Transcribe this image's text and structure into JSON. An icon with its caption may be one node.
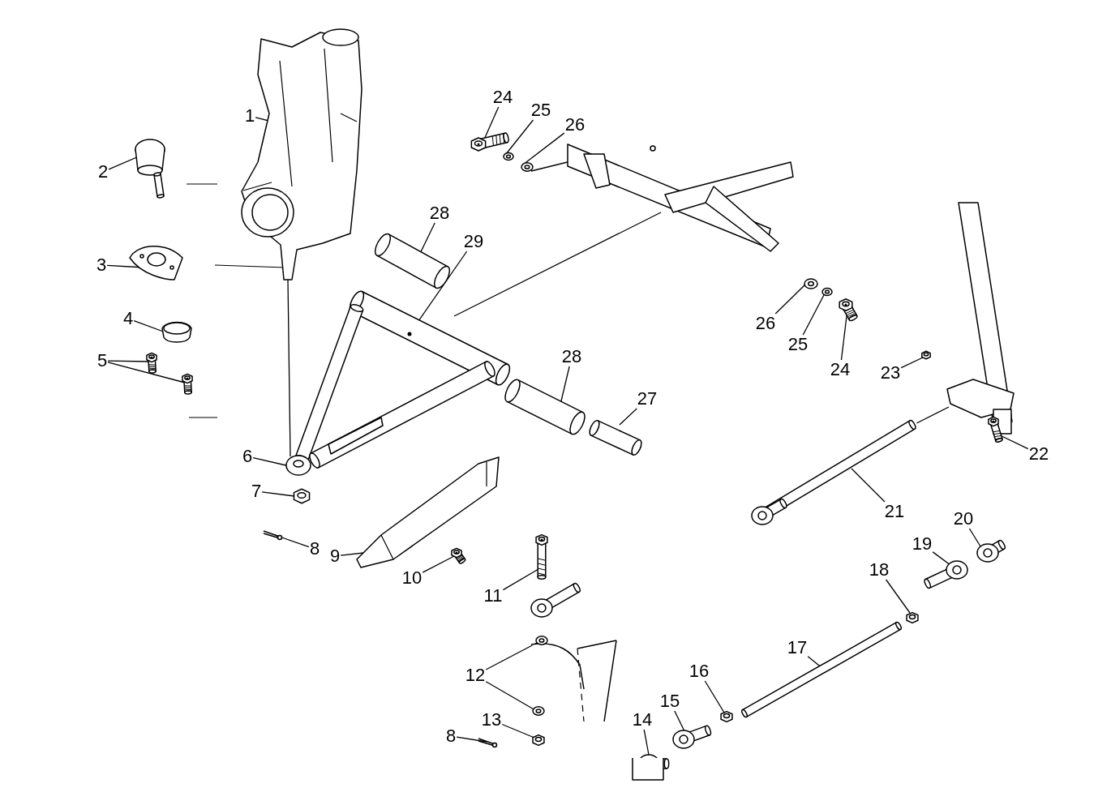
{
  "diagram": {
    "nodes": [
      {
        "text": [
          "1"
        ]
      },
      {
        "text": [],
        "shape": "picture"
      },
      {
        "text": [
          "24"
        ]
      },
      {
        "text": [],
        "shape": "picture"
      },
      {
        "text": [
          "25"
        ]
      },
      {
        "text": [],
        "shape": "picture"
      },
      {
        "text": [
          "26"
        ]
      },
      {
        "text": [],
        "shape": "picture"
      },
      {
        "text": [],
        "shape": "picture"
      },
      {
        "text": [
          "2"
        ]
      },
      {
        "text": [],
        "shape": "picture"
      },
      {
        "text": [
          "28"
        ]
      },
      {
        "text": [],
        "shape": "picture"
      },
      {
        "text": [
          "29"
        ]
      },
      {
        "text": [],
        "shape": "picture"
      },
      {
        "text": [
          "3"
        ]
      },
      {
        "text": [],
        "shape": "picture"
      },
      {
        "text": [
          "26"
        ]
      },
      {
        "text": [],
        "shape": "picture"
      },
      {
        "text": [
          "25"
        ]
      },
      {
        "text": [],
        "shape": "picture"
      },
      {
        "text": [
          "24"
        ]
      },
      {
        "text": [],
        "shape": "picture"
      },
      {
        "text": [
          "4"
        ]
      },
      {
        "text": [],
        "shape": "picture"
      },
      {
        "text": [
          "28"
        ]
      },
      {
        "text": [],
        "shape": "picture"
      },
      {
        "text": [
          "23"
        ]
      },
      {
        "text": [],
        "shape": "picture"
      },
      {
        "text": [
          "5"
        ]
      },
      {
        "text": [],
        "shape": "picture"
      },
      {
        "text": [],
        "shape": "picture"
      },
      {
        "text": [
          "27"
        ]
      },
      {
        "text": [],
        "shape": "picture"
      },
      {
        "text": [],
        "shape": "picture"
      },
      {
        "text": [
          "6"
        ]
      },
      {
        "text": [],
        "shape": "picture"
      },
      {
        "text": [
          "22"
        ]
      },
      {
        "text": [],
        "shape": "picture"
      },
      {
        "text": [
          "21"
        ]
      },
      {
        "text": [],
        "shape": "picture"
      },
      {
        "text": [
          "7"
        ]
      },
      {
        "text": [],
        "shape": "picture"
      },
      {
        "text": [
          "20"
        ]
      },
      {
        "text": [],
        "shape": "picture"
      },
      {
        "text": [
          "19"
        ]
      },
      {
        "text": [],
        "shape": "picture"
      },
      {
        "text": [
          "8"
        ]
      },
      {
        "text": [],
        "shape": "picture"
      },
      {
        "text": [
          "9"
        ]
      },
      {
        "text": [],
        "shape": "picture"
      },
      {
        "text": [
          "18"
        ]
      },
      {
        "text": [],
        "shape": "picture"
      },
      {
        "text": [
          "10"
        ]
      },
      {
        "text": [],
        "shape": "picture"
      },
      {
        "text": [
          "11"
        ]
      },
      {
        "text": [],
        "shape": "picture"
      },
      {
        "text": [
          "17"
        ]
      },
      {
        "text": [],
        "shape": "picture"
      },
      {
        "text": [
          "12"
        ]
      },
      {
        "text": [],
        "shape": "picture"
      },
      {
        "text": [],
        "shape": "picture"
      },
      {
        "text": [
          "16"
        ]
      },
      {
        "text": [],
        "shape": "picture"
      },
      {
        "text": [
          "15"
        ]
      },
      {
        "text": [],
        "shape": "picture"
      },
      {
        "text": [
          "13"
        ]
      },
      {
        "text": [],
        "shape": "picture"
      },
      {
        "text": [
          "14"
        ]
      },
      {
        "text": [],
        "shape": "picture"
      },
      {
        "text": [
          "8"
        ]
      },
      {
        "text": [],
        "shape": "picture"
      }
    ],
    "edges": [
      {
        "from": 0,
        "to": 1,
        "arrow": "none"
      },
      {
        "from": 2,
        "to": 3,
        "arrow": "none"
      },
      {
        "from": 4,
        "to": 5,
        "arrow": "none"
      },
      {
        "from": 6,
        "to": 7,
        "arrow": "none"
      },
      {
        "from": 9,
        "to": 10,
        "arrow": "none"
      },
      {
        "from": 11,
        "to": 12,
        "arrow": "none"
      },
      {
        "from": 13,
        "to": 14,
        "arrow": "none"
      },
      {
        "from": 15,
        "to": 16,
        "arrow": "none"
      },
      {
        "from": 17,
        "to": 18,
        "arrow": "none"
      },
      {
        "from": 19,
        "to": 20,
        "arrow": "none"
      },
      {
        "from": 21,
        "to": 22,
        "arrow": "none"
      },
      {
        "from": 23,
        "to": 24,
        "arrow": "none"
      },
      {
        "from": 25,
        "to": 26,
        "arrow": "none"
      },
      {
        "from": 27,
        "to": 28,
        "arrow": "none"
      },
      {
        "from": 29,
        "to": 30,
        "arrow": "none"
      },
      {
        "from": 29,
        "to": 31,
        "arrow": "none"
      },
      {
        "from": 32,
        "to": 33,
        "arrow": "none"
      },
      {
        "from": 35,
        "to": 36,
        "arrow": "none"
      },
      {
        "from": 37,
        "to": 38,
        "arrow": "none"
      },
      {
        "from": 39,
        "to": 40,
        "arrow": "none"
      },
      {
        "from": 41,
        "to": 42,
        "arrow": "none"
      },
      {
        "from": 43,
        "to": 44,
        "arrow": "none"
      },
      {
        "from": 45,
        "to": 46,
        "arrow": "none"
      },
      {
        "from": 47,
        "to": 48,
        "arrow": "none"
      },
      {
        "from": 49,
        "to": 50,
        "arrow": "none"
      },
      {
        "from": 51,
        "to": 52,
        "arrow": "none"
      },
      {
        "from": 53,
        "to": 54,
        "arrow": "none"
      },
      {
        "from": 55,
        "to": 56,
        "arrow": "none"
      },
      {
        "from": 57,
        "to": 58,
        "arrow": "none"
      },
      {
        "from": 59,
        "to": 60,
        "arrow": "none"
      },
      {
        "from": 59,
        "to": 61,
        "arrow": "none"
      },
      {
        "from": 62,
        "to": 63,
        "arrow": "none"
      },
      {
        "from": 64,
        "to": 65,
        "arrow": "none"
      },
      {
        "from": 66,
        "to": 67,
        "arrow": "none"
      },
      {
        "from": 68,
        "to": 69,
        "arrow": "none"
      },
      {
        "from": 70,
        "to": 71,
        "arrow": "none"
      },
      {
        "from": 1,
        "to": 36,
        "arrow": "none"
      },
      {
        "from": 7,
        "to": 8,
        "arrow": "none"
      },
      {
        "from": 14,
        "to": 8,
        "arrow": "none"
      },
      {
        "from": 40,
        "to": 34,
        "arrow": "none"
      }
    ]
  }
}
